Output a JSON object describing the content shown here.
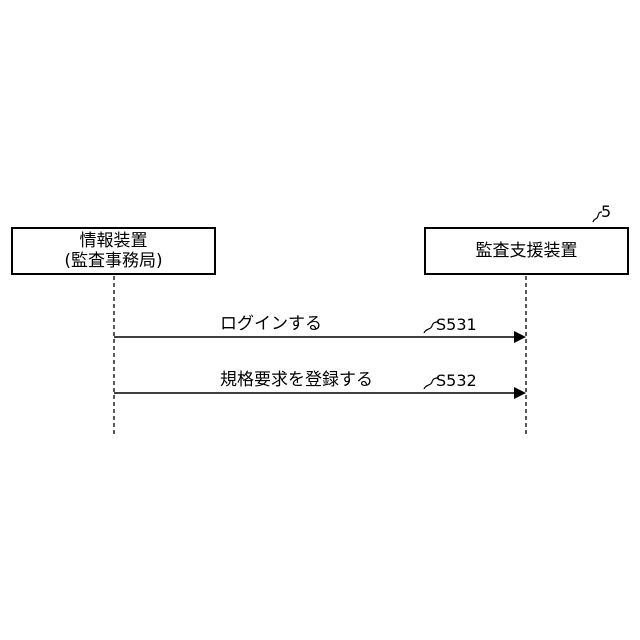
{
  "actors": {
    "left": {
      "line1": "情報装置",
      "line2": "(監査事務局)"
    },
    "right": {
      "name": "監査支援装置",
      "ref_number": "5"
    }
  },
  "messages": [
    {
      "label": "ログインする",
      "step": "S531"
    },
    {
      "label": "規格要求を登録する",
      "step": "S532"
    }
  ],
  "colors": {
    "ink": "#000000",
    "background": "#ffffff"
  }
}
